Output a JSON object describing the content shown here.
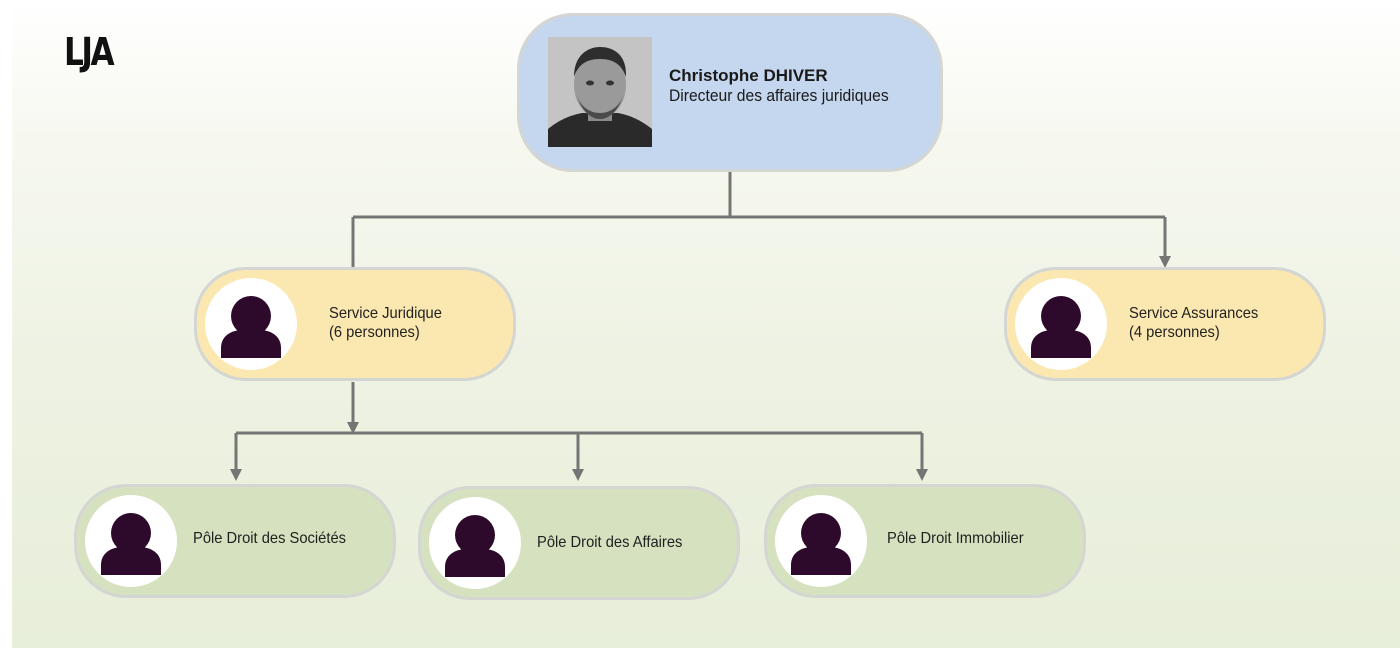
{
  "logo": {
    "text": "LJA"
  },
  "root": {
    "name": "Christophe DHIVER",
    "title": "Directeur des affaires juridiques",
    "photo_icon": "person-photo"
  },
  "services": [
    {
      "line1": "Service Juridique",
      "line2": "(6 personnes)",
      "icon": "person-silhouette-icon"
    },
    {
      "line1": "Service Assurances",
      "line2": "(4 personnes)",
      "icon": "person-silhouette-icon"
    }
  ],
  "poles": [
    {
      "label": "Pôle Droit des Sociétés",
      "icon": "person-silhouette-icon"
    },
    {
      "label": "Pôle Droit des Affaires",
      "icon": "person-silhouette-icon"
    },
    {
      "label": "Pôle Droit Immobilier",
      "icon": "person-silhouette-icon"
    }
  ],
  "colors": {
    "root_fill": "#c5d7ee",
    "service_fill": "#fbe8b0",
    "pole_fill": "#d6e1c0",
    "connector": "#757575",
    "silhouette": "#2d0a2b"
  }
}
